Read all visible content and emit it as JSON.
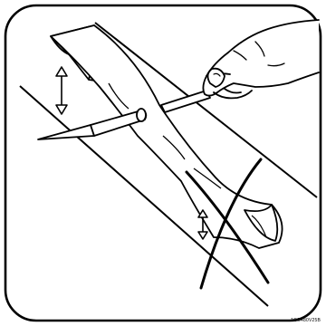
{
  "figure": {
    "code": "1CG480V25B",
    "content": {
      "prohibition_mark": "cross-mark",
      "subject": "blade-balance-check-on-nail",
      "indicators": [
        "up-down-arrow",
        "up-down-arrow"
      ]
    },
    "colors": {
      "ink": "#000000",
      "paper": "#ffffff"
    }
  }
}
